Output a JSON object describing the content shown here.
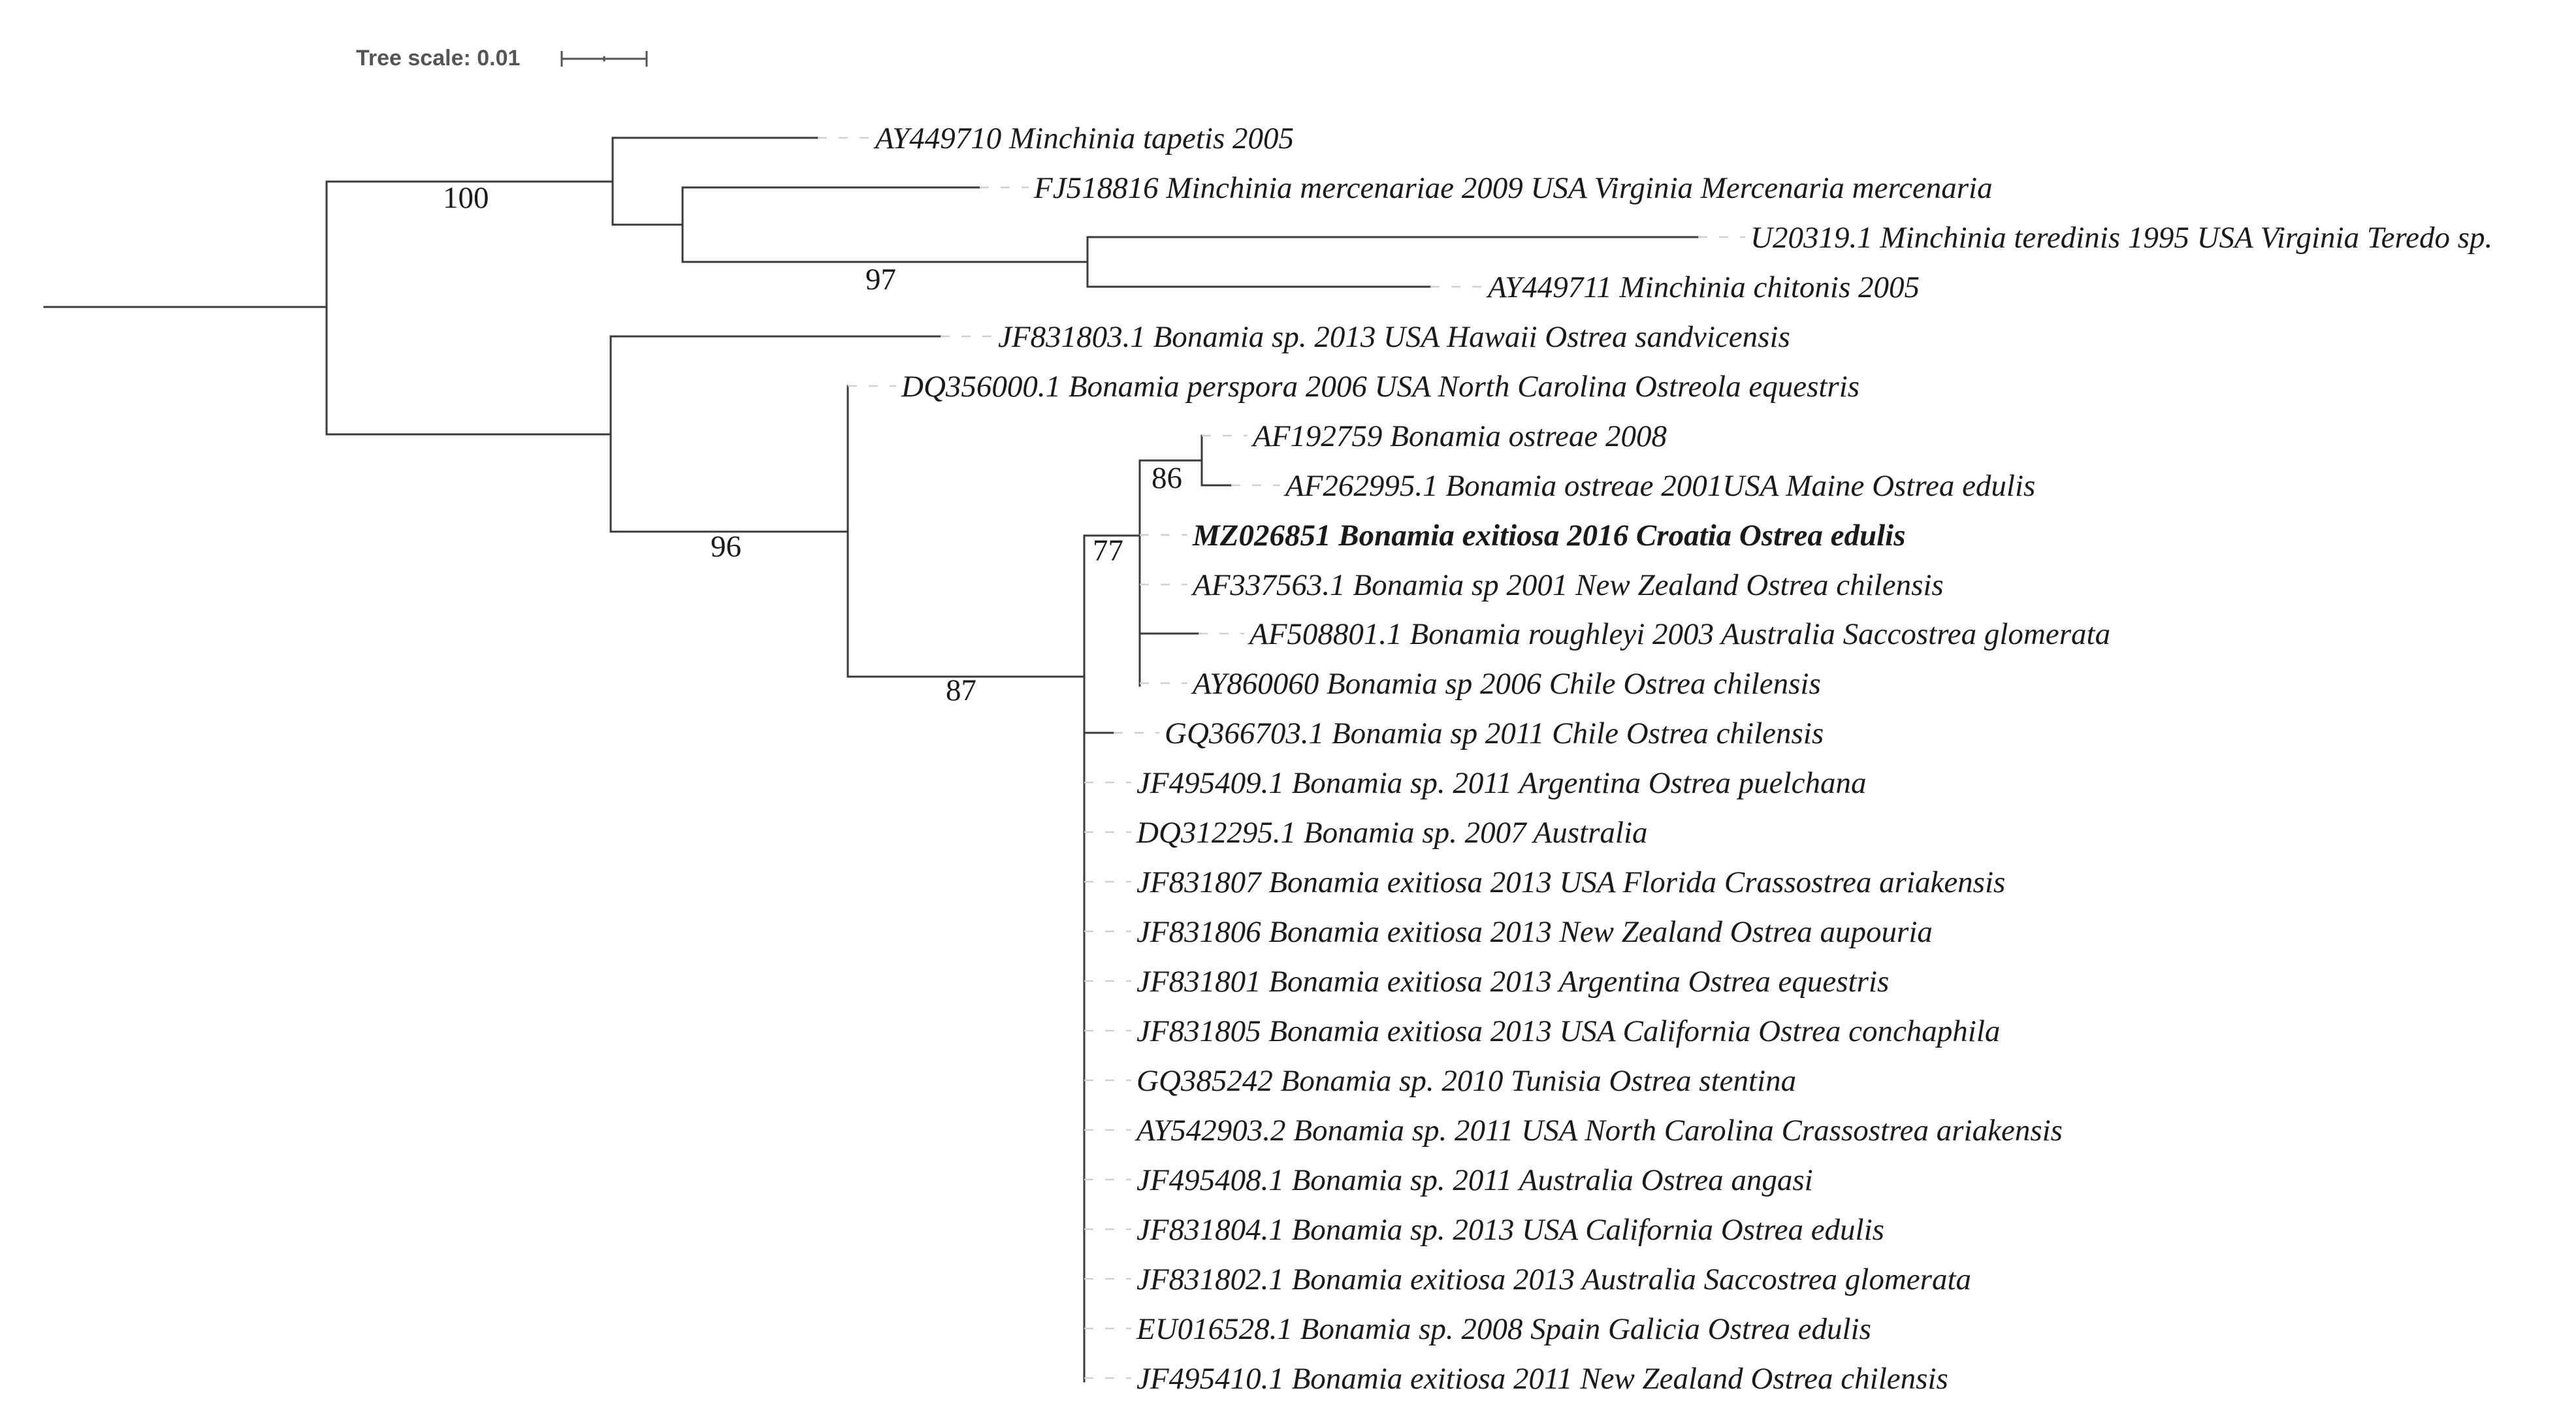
{
  "scale_bar": {
    "label": "Tree scale: 0.01"
  },
  "support_values": [
    "100",
    "97",
    "96",
    "86",
    "77",
    "87"
  ],
  "leaves": [
    "AY449710 Minchinia tapetis 2005",
    "FJ518816 Minchinia mercenariae 2009 USA Virginia Mercenaria mercenaria",
    "U20319.1 Minchinia teredinis 1995 USA Virginia Teredo sp.",
    "AY449711 Minchinia chitonis 2005",
    "JF831803.1 Bonamia sp. 2013 USA Hawaii Ostrea sandvicensis",
    "DQ356000.1 Bonamia perspora 2006 USA North Carolina Ostreola equestris",
    "AF192759 Bonamia ostreae 2008",
    "AF262995.1 Bonamia ostreae 2001USA Maine Ostrea edulis",
    "MZ026851 Bonamia exitiosa 2016 Croatia Ostrea edulis",
    "AF337563.1 Bonamia sp 2001 New Zealand Ostrea chilensis",
    "AF508801.1 Bonamia roughleyi 2003 Australia Saccostrea glomerata",
    "AY860060 Bonamia sp 2006 Chile Ostrea chilensis",
    "GQ366703.1 Bonamia sp 2011 Chile Ostrea chilensis",
    "JF495409.1 Bonamia sp. 2011 Argentina Ostrea puelchana",
    "DQ312295.1 Bonamia sp. 2007 Australia",
    "JF831807 Bonamia exitiosa 2013 USA Florida Crassostrea ariakensis",
    "JF831806 Bonamia exitiosa 2013 New Zealand Ostrea aupouria",
    "JF831801 Bonamia exitiosa 2013 Argentina Ostrea equestris",
    "JF831805 Bonamia exitiosa 2013 USA California Ostrea conchaphila",
    "GQ385242 Bonamia sp. 2010 Tunisia Ostrea stentina",
    "AY542903.2 Bonamia sp. 2011 USA North Carolina Crassostrea ariakensis",
    "JF495408.1 Bonamia sp. 2011 Australia Ostrea angasi",
    "JF831804.1 Bonamia sp. 2013 USA California Ostrea edulis",
    "JF831802.1 Bonamia exitiosa 2013 Australia Saccostrea glomerata",
    "EU016528.1 Bonamia sp. 2008 Spain Galicia Ostrea edulis",
    "JF495410.1 Bonamia exitiosa 2011 New Zealand Ostrea chilensis"
  ]
}
